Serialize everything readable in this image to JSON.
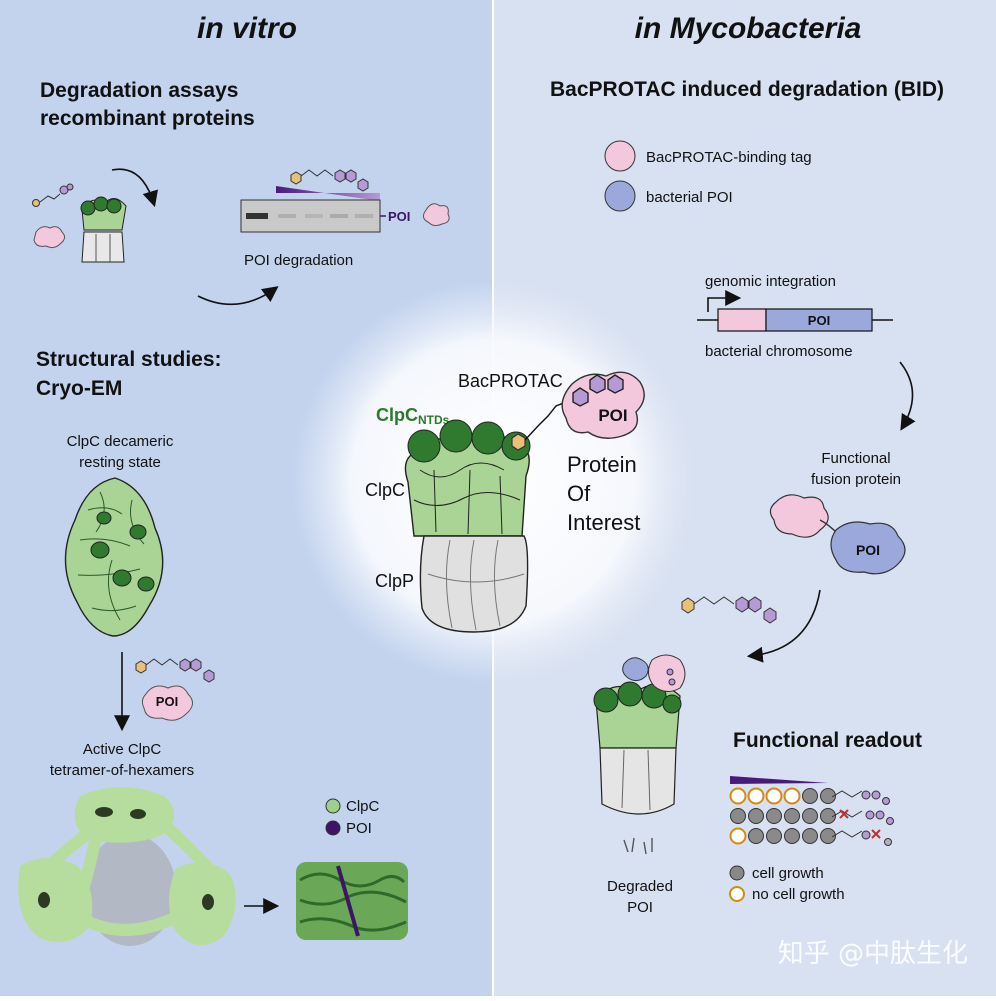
{
  "left_panel": {
    "title": "in vitro",
    "degradation_heading": [
      "Degradation assays",
      "recombinant proteins"
    ],
    "gel_band_label": "POI",
    "gel_caption": "POI degradation",
    "structural_heading": [
      "Structural studies:",
      "Cryo-EM"
    ],
    "resting_label": [
      "ClpC decameric",
      "resting state"
    ],
    "poi_tag": "POI",
    "active_label": [
      "Active ClpC",
      "tetramer-of-hexamers"
    ],
    "legend": [
      {
        "label": "ClpC",
        "color": "#9fd08a"
      },
      {
        "label": "POI",
        "color": "#3d1466"
      }
    ]
  },
  "right_panel": {
    "title": "in Mycobacteria",
    "heading": "BacPROTAC induced degradation (BID)",
    "legend": [
      {
        "label": "BacPROTAC-binding tag",
        "color": "#f3c8dc"
      },
      {
        "label": "bacterial POI",
        "color": "#9ba8dc"
      }
    ],
    "genomic_label": "genomic integration",
    "gene_poi": "POI",
    "chromosome_label": "bacterial chromosome",
    "fusion_label": [
      "Functional",
      "fusion protein"
    ],
    "fusion_poi": "POI",
    "degraded_label": [
      "Degraded",
      "POI"
    ],
    "readout_heading": "Functional readout",
    "readout_legend": [
      {
        "label": "cell growth",
        "marker": "filled-grey-circle"
      },
      {
        "label": "no cell growth",
        "marker": "open-orange-circle"
      }
    ],
    "readout_rows": [
      [
        "open",
        "open",
        "open",
        "open",
        "filled",
        "filled"
      ],
      [
        "filled",
        "filled",
        "filled",
        "filled",
        "filled",
        "filled"
      ],
      [
        "open",
        "filled",
        "filled",
        "filled",
        "filled",
        "filled"
      ]
    ]
  },
  "center": {
    "bacprotac": "BacPROTAC",
    "poi": "POI",
    "clpc_ntds_main": "ClpC",
    "clpc_ntds_sub": "NTDs",
    "clpc": "ClpC",
    "clpp": "ClpP",
    "protein_of_interest": [
      "Protein",
      "Of",
      "Interest"
    ]
  },
  "watermark": "知乎 @中肽生化",
  "colors": {
    "left_bg": "#c3d3ee",
    "right_bg": "#d8e1f1",
    "clpc_light": "#a9d495",
    "clpc_dark": "#2f7a2f",
    "clpp_grey": "#dcdcdc",
    "poi_pink": "#f3c8dc",
    "poi_blue": "#9ba8dc",
    "protac_purple": "#b59ad6",
    "warhead_orange": "#e9c07a",
    "ntd_label_green": "#2c7a2c",
    "gel_poi_purple": "#3d1466"
  }
}
